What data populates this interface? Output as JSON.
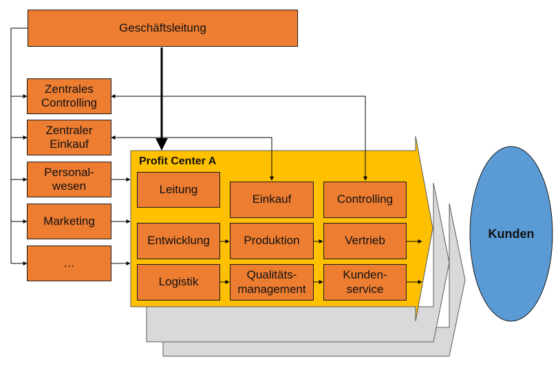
{
  "colors": {
    "box_fill": "#ED7D31",
    "profit_center_fill": "#FFC000",
    "shadow_fill": "#D9D9D9",
    "customer_fill": "#5B9BD5",
    "line": "#000000"
  },
  "top": {
    "management": "Geschäftsleitung"
  },
  "central_units": {
    "controlling": "Zentrales\nControlling",
    "purchasing": "Zentraler\nEinkauf",
    "personnel": "Personal-\nwesen",
    "marketing": "Marketing",
    "more": "…"
  },
  "profit_center": {
    "title": "Profit Center A",
    "leitung": "Leitung",
    "einkauf": "Einkauf",
    "controlling": "Controlling",
    "entwicklung": "Entwicklung",
    "produktion": "Produktion",
    "vertrieb": "Vertrieb",
    "logistik": "Logistik",
    "qualitaet": "Qualitäts-\nmanagement",
    "kundenservice": "Kunden-\nservice"
  },
  "customer": {
    "label": "Kunden"
  }
}
